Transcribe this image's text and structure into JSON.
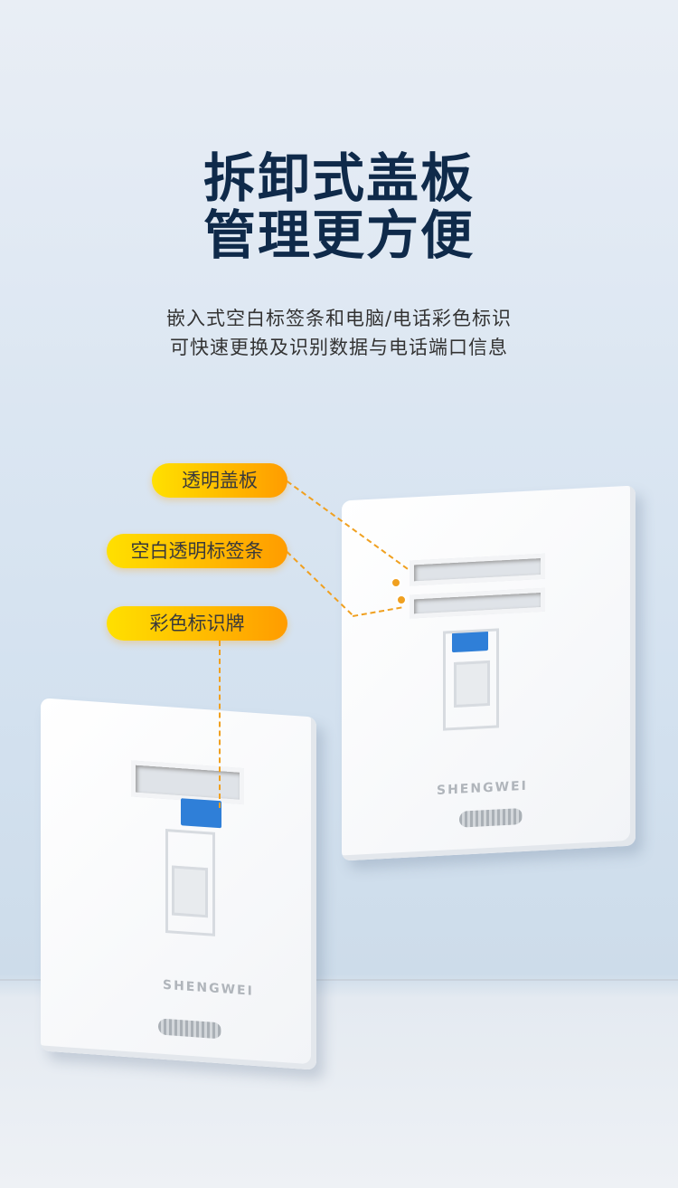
{
  "headline": {
    "line1": "拆卸式盖板",
    "line2": "管理更方便"
  },
  "description": {
    "line1": "嵌入式空白标签条和电脑/电话彩色标识",
    "line2": "可快速更换及识别数据与电话端口信息"
  },
  "callouts": [
    {
      "label": "透明盖板"
    },
    {
      "label": "空白透明标签条"
    },
    {
      "label": "彩色标识牌"
    }
  ],
  "product": {
    "brand": "SHENGWEI"
  },
  "colors": {
    "title": "#0f2a4a",
    "accent": "#ffb000",
    "tag": "#2f7fd8"
  }
}
